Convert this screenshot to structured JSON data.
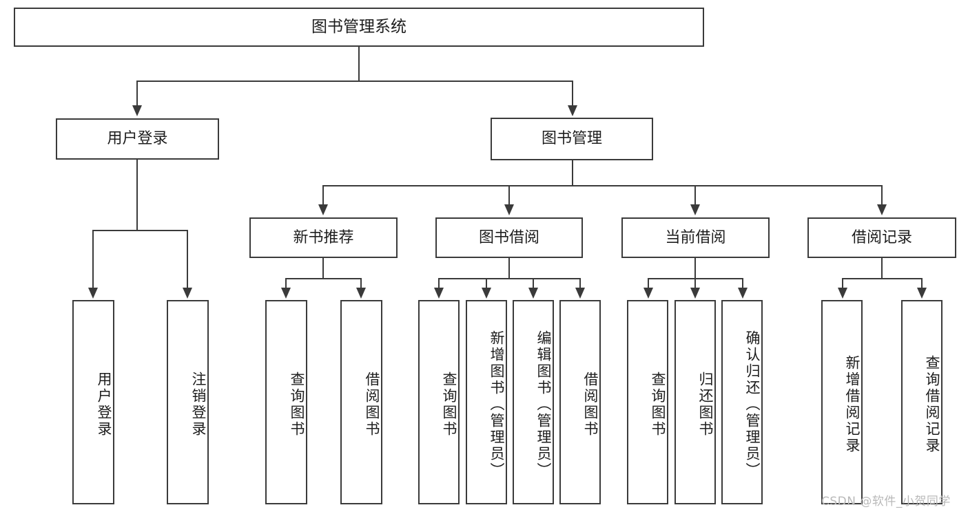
{
  "diagram": {
    "type": "tree-hierarchy",
    "title": "图书管理系统",
    "watermark": "CSDN @软件_小贺同学",
    "root": {
      "label": "图书管理系统"
    },
    "level2": [
      {
        "label": "用户登录"
      },
      {
        "label": "图书管理"
      }
    ],
    "level3": [
      {
        "label": "新书推荐"
      },
      {
        "label": "图书借阅"
      },
      {
        "label": "当前借阅"
      },
      {
        "label": "借阅记录"
      }
    ],
    "leaves": {
      "user_login": [
        {
          "label": "用户登录"
        },
        {
          "label": "注销登录"
        }
      ],
      "new_book_recommend": [
        {
          "label": "查询图书"
        },
        {
          "label": "借阅图书"
        }
      ],
      "book_borrow": [
        {
          "label": "查询图书"
        },
        {
          "label": "新增图书（管理员）"
        },
        {
          "label": "编辑图书（管理员）"
        },
        {
          "label": "借阅图书"
        }
      ],
      "current_borrow": [
        {
          "label": "查询图书"
        },
        {
          "label": "归还图书"
        },
        {
          "label": "确认归还（管理员）"
        }
      ],
      "borrow_record": [
        {
          "label": "新增借阅记录"
        },
        {
          "label": "查询借阅记录"
        }
      ]
    },
    "colors": {
      "stroke": "#3a3a3a",
      "fill": "#ffffff",
      "text": "#1d1d1d",
      "watermark": "#b9b9b9"
    }
  }
}
